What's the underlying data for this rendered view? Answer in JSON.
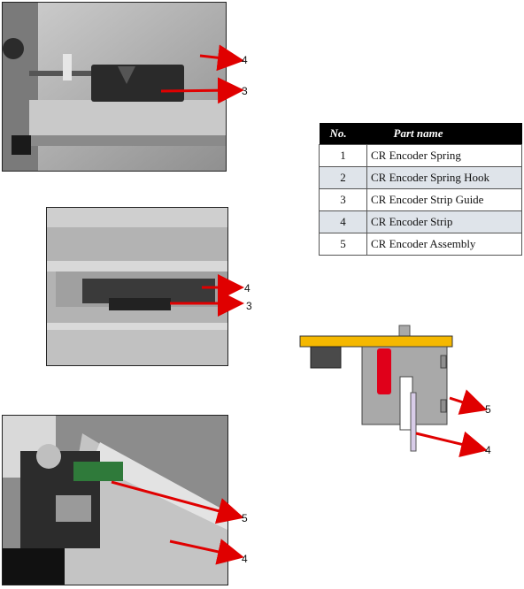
{
  "table": {
    "header_no": "No.",
    "header_name": "Part name",
    "rows": [
      {
        "no": "1",
        "name": "CR Encoder Spring"
      },
      {
        "no": "2",
        "name": "CR Encoder Spring Hook"
      },
      {
        "no": "3",
        "name": "CR Encoder Strip Guide"
      },
      {
        "no": "4",
        "name": "CR Encoder Strip"
      },
      {
        "no": "5",
        "name": "CR Encoder Assembly"
      }
    ]
  },
  "callouts": {
    "photo1": [
      "4",
      "3"
    ],
    "photo2": [
      "4",
      "3"
    ],
    "diagram": [
      "5",
      "4"
    ],
    "photo3": [
      "5",
      "4"
    ]
  },
  "colors": {
    "arrow": "#e00000",
    "diagram_bar": "#f5b800",
    "diagram_red": "#e0001a",
    "metal": "#a9a9a9",
    "table_shade": "#dfe4ea"
  }
}
